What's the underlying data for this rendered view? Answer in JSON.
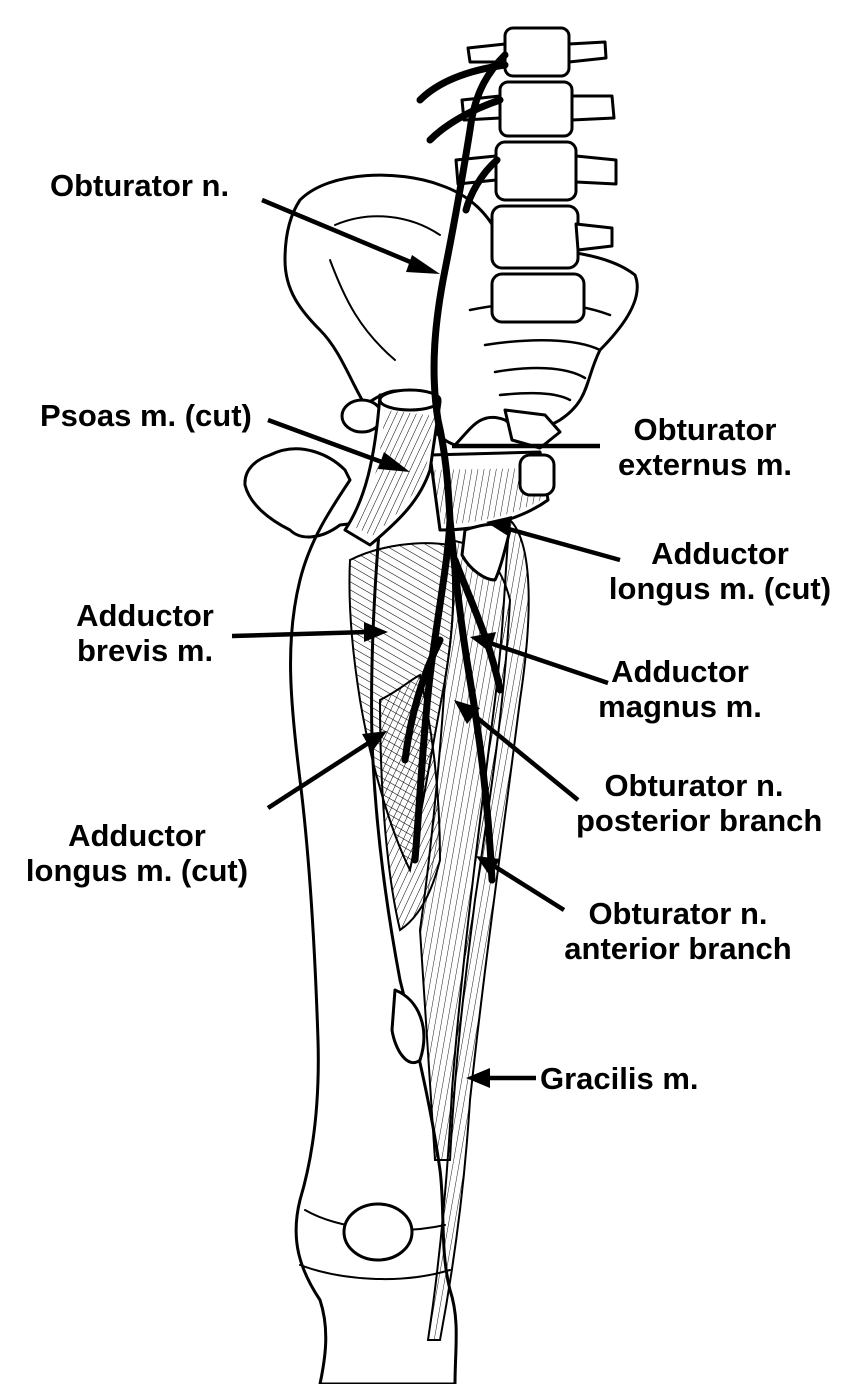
{
  "labels": {
    "obturator_n": "Obturator n.",
    "psoas": "Psoas m. (cut)",
    "obturator_externus": [
      "Obturator",
      "externus m."
    ],
    "adductor_longus_top": [
      "Adductor",
      "longus m. (cut)"
    ],
    "adductor_brevis": [
      "Adductor",
      "brevis m."
    ],
    "adductor_magnus": [
      "Adductor",
      "magnus m."
    ],
    "posterior_branch": [
      "Obturator n.",
      "posterior branch"
    ],
    "adductor_longus_left": [
      "Adductor",
      "longus m. (cut)"
    ],
    "anterior_branch": [
      "Obturator n.",
      "anterior branch"
    ],
    "gracilis": "Gracilis m."
  }
}
